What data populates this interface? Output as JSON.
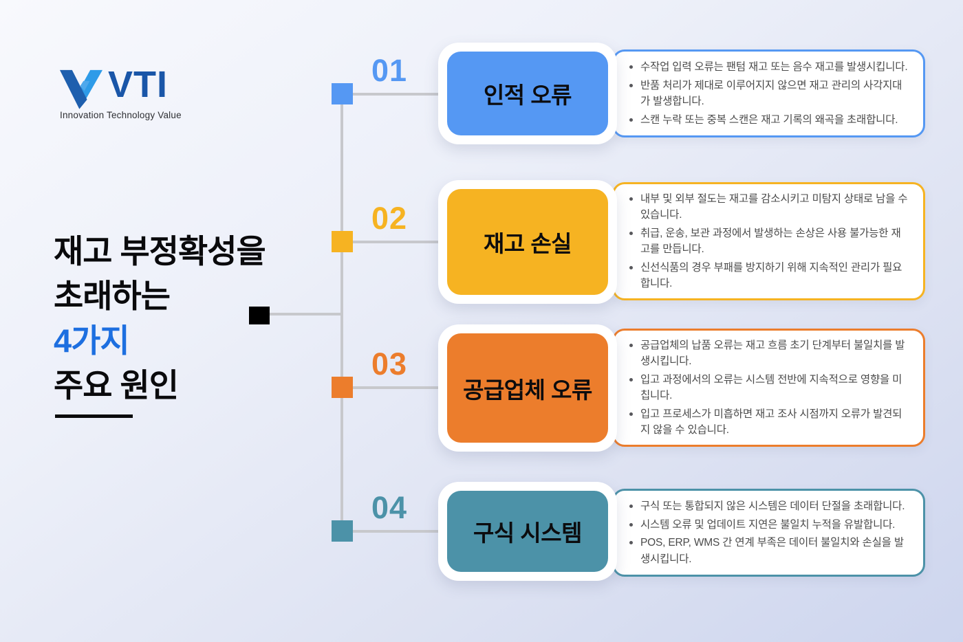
{
  "logo": {
    "brand": "VTI",
    "tagline": "Innovation Technology Value",
    "colors": {
      "mark_dark": "#1E5FAE",
      "mark_light": "#2E9BE8",
      "mark_accent": "#4FA8EC",
      "word": "#1A56A8"
    }
  },
  "title": {
    "line1": "재고 부정확성을",
    "line2": "초래하는",
    "line3": "4가지",
    "line4": "주요 원인",
    "highlight_color": "#1D6FE0"
  },
  "connector": {
    "line_color": "#C7C8CC",
    "root_color": "#000000"
  },
  "rows": [
    {
      "number": "01",
      "label": "인적 오류",
      "color": "#5598F3",
      "bullets": [
        "수작업 입력 오류는 팬텀 재고 또는 음수 재고를 발생시킵니다.",
        "반품 처리가 제대로 이루어지지 않으면 재고 관리의 사각지대가 발생합니다.",
        "스캔 누락 또는 중복 스캔은 재고 기록의 왜곡을 초래합니다."
      ]
    },
    {
      "number": "02",
      "label": "재고 손실",
      "color": "#F6B322",
      "bullets": [
        "내부 및 외부 절도는 재고를 감소시키고 미탐지 상태로 남을 수 있습니다.",
        "취급, 운송, 보관 과정에서 발생하는 손상은 사용 불가능한 재고를 만듭니다.",
        "신선식품의 경우 부패를 방지하기 위해 지속적인 관리가 필요합니다."
      ]
    },
    {
      "number": "03",
      "label": "공급업체 오류",
      "color": "#EC7D2C",
      "bullets": [
        "공급업체의 납품 오류는 재고 흐름 초기 단계부터 불일치를 발생시킵니다.",
        "입고 과정에서의 오류는 시스템 전반에 지속적으로 영향을 미칩니다.",
        "입고 프로세스가 미흡하면 재고 조사 시점까지 오류가 발견되지 않을 수 있습니다."
      ]
    },
    {
      "number": "04",
      "label": "구식 시스템",
      "color": "#4C92A8",
      "bullets": [
        "구식 또는 통합되지 않은 시스템은 데이터 단절을 초래합니다.",
        "시스템 오류 및 업데이트 지연은 불일치 누적을 유발합니다.",
        "POS, ERP, WMS 간 연계 부족은 데이터 불일치와 손실을 발생시킵니다."
      ]
    }
  ]
}
